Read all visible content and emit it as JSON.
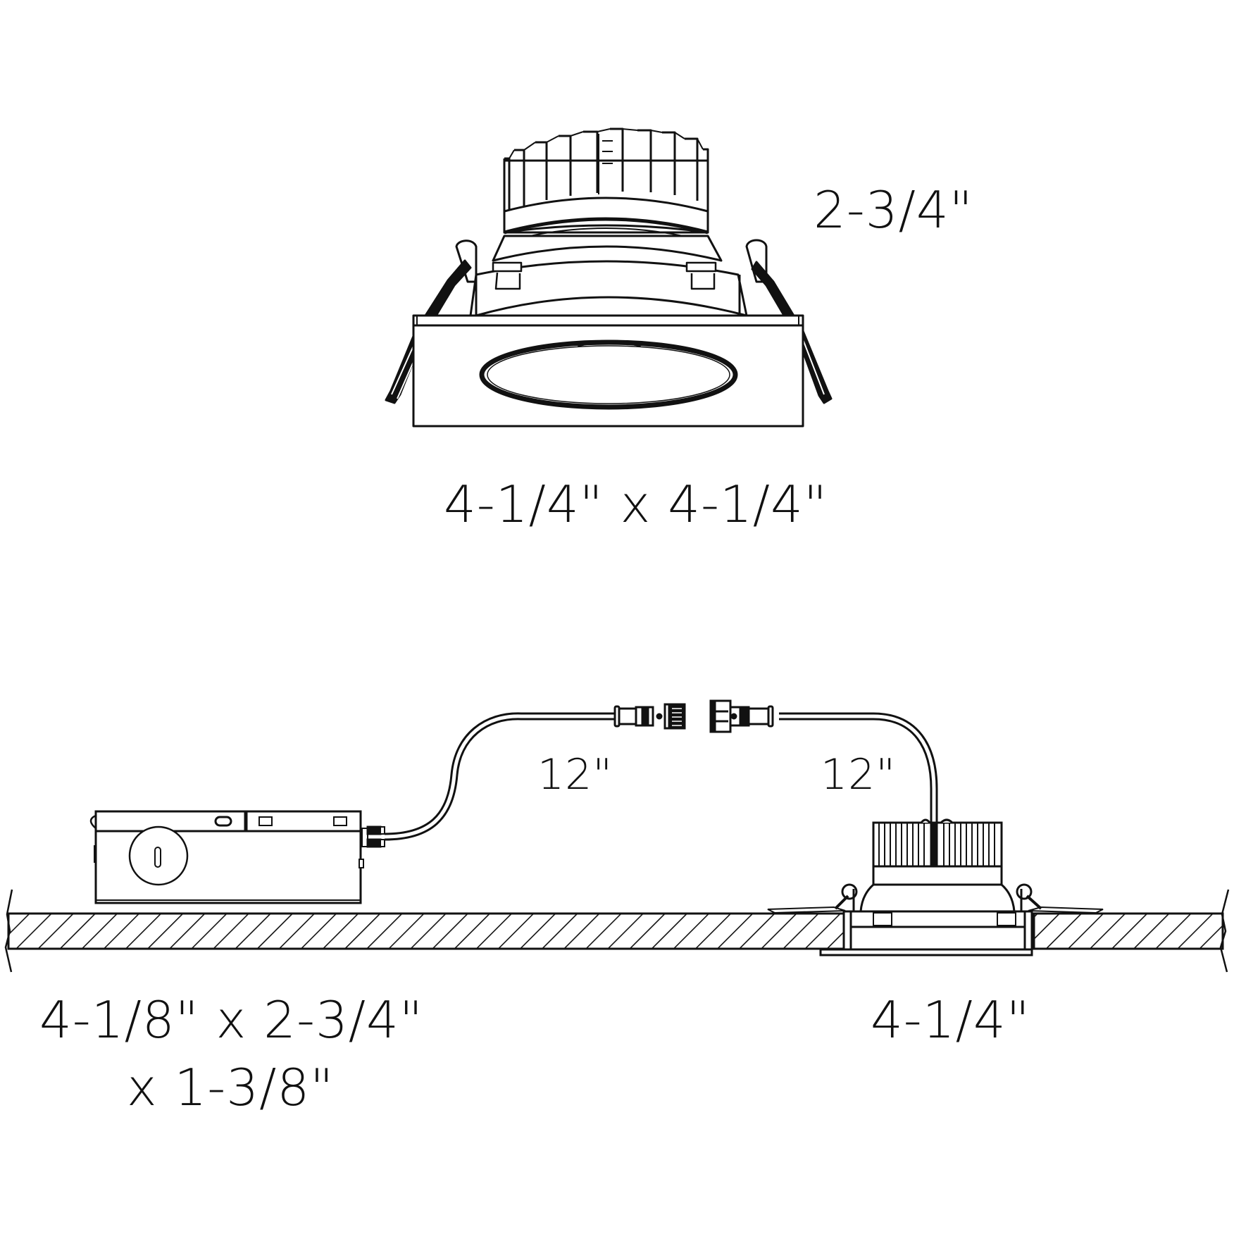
{
  "colors": {
    "background": "#ffffff",
    "line": "#111111"
  },
  "top_view": {
    "height_label": "2-3/4\"",
    "trim_size_label": "4-1/4\" x 4-1/4\""
  },
  "side_view": {
    "cable_left_label": "12\"",
    "cable_right_label": "12\"",
    "junction_box_size_line1": "4-1/8\" x 2-3/4\"",
    "junction_box_size_line2": "x 1-3/8\"",
    "cutout_label": "4-1/4\""
  }
}
